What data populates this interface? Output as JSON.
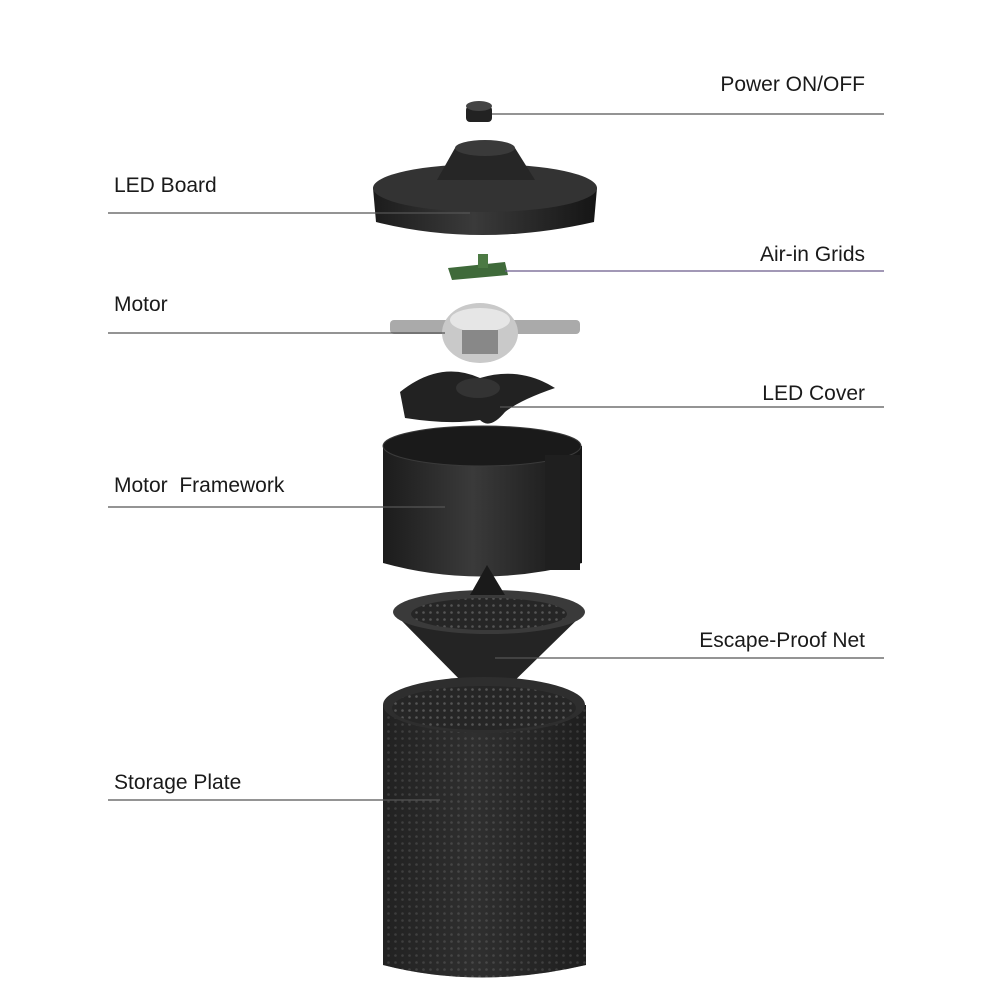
{
  "diagram": {
    "parts": [
      {
        "id": "power",
        "label": "Power ON/OFF",
        "side": "right"
      },
      {
        "id": "led_board",
        "label": "LED Board",
        "side": "left"
      },
      {
        "id": "air_in_grids",
        "label": "Air-in Grids",
        "side": "right"
      },
      {
        "id": "motor",
        "label": "Motor",
        "side": "left"
      },
      {
        "id": "led_cover",
        "label": "LED Cover",
        "side": "right"
      },
      {
        "id": "motor_framework",
        "label": "Motor  Framework",
        "side": "left"
      },
      {
        "id": "escape_proof_net",
        "label": "Escape-Proof Net",
        "side": "right"
      },
      {
        "id": "storage_plate",
        "label": "Storage Plate",
        "side": "left"
      }
    ],
    "colors": {
      "body": "#2a2a2a",
      "line": "#555555",
      "text": "#1a1a1a",
      "accent_line": "#6a5a8a"
    }
  }
}
